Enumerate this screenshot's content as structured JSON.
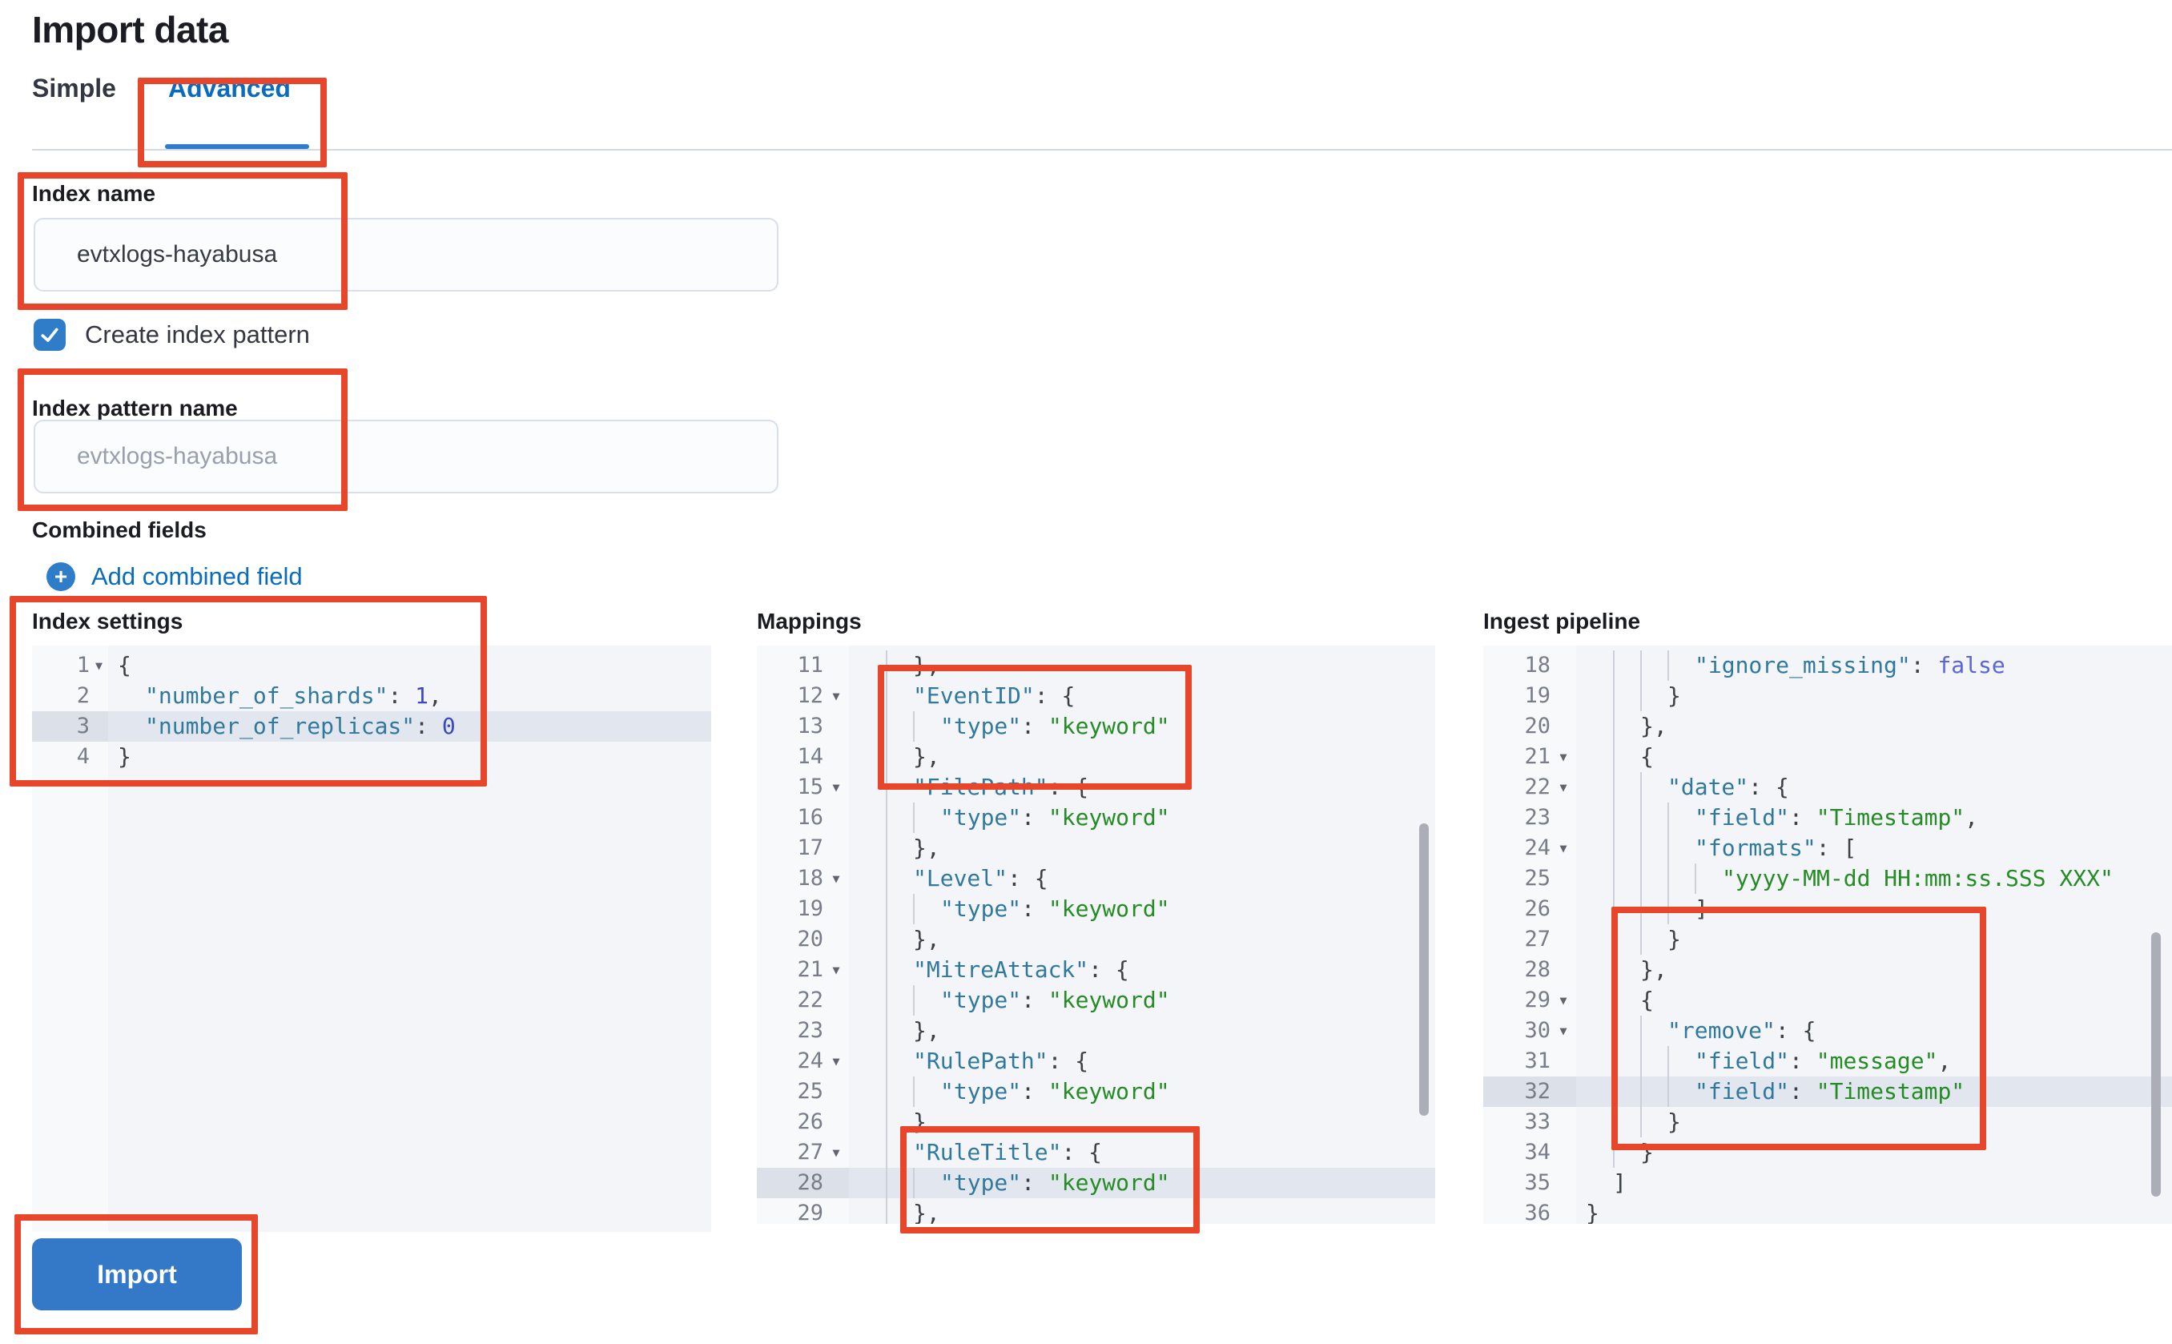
{
  "page": {
    "title": "Import data"
  },
  "tabs": {
    "items": [
      {
        "label": "Simple",
        "active": false
      },
      {
        "label": "Advanced",
        "active": true
      }
    ]
  },
  "form": {
    "index_name_label": "Index name",
    "index_name_value": "evtxlogs-hayabusa",
    "create_index_pattern_label": "Create index pattern",
    "create_index_pattern_checked": true,
    "index_pattern_label": "Index pattern name",
    "index_pattern_placeholder": "evtxlogs-hayabusa",
    "combined_fields_label": "Combined fields",
    "add_combined_field_label": "Add combined field"
  },
  "actions": {
    "import_label": "Import"
  },
  "colors": {
    "annotation_red": "#e8462b",
    "primary_blue": "#3478c8",
    "link_blue": "#0b6cbd",
    "checkbox_blue": "#2f7dc9",
    "code_key": "#31799c",
    "code_string": "#258b25",
    "code_number": "#3b4abc",
    "code_boolean": "#5966d6"
  },
  "editors": [
    {
      "id": "settings",
      "label": "Index settings",
      "lines": [
        {
          "n": 1,
          "fold": true,
          "indent": 0,
          "tokens": [
            [
              "p",
              "{"
            ]
          ]
        },
        {
          "n": 2,
          "indent": 2,
          "tokens": [
            [
              "k",
              "\"number_of_shards\""
            ],
            [
              "p",
              ": "
            ],
            [
              "n",
              "1"
            ],
            [
              "p",
              ","
            ]
          ]
        },
        {
          "n": 3,
          "indent": 2,
          "active": true,
          "tokens": [
            [
              "k",
              "\"number_of_replicas\""
            ],
            [
              "p",
              ": "
            ],
            [
              "n",
              "0"
            ]
          ]
        },
        {
          "n": 4,
          "indent": 0,
          "tokens": [
            [
              "p",
              "}"
            ]
          ]
        }
      ]
    },
    {
      "id": "mappings",
      "label": "Mappings",
      "lines": [
        {
          "n": 11,
          "indent": 4,
          "tokens": [
            [
              "p",
              "},"
            ]
          ]
        },
        {
          "n": 12,
          "fold": true,
          "indent": 4,
          "tokens": [
            [
              "k",
              "\"EventID\""
            ],
            [
              "p",
              ": "
            ],
            [
              "p",
              "{"
            ]
          ]
        },
        {
          "n": 13,
          "indent": 6,
          "tokens": [
            [
              "k",
              "\"type\""
            ],
            [
              "p",
              ": "
            ],
            [
              "s",
              "\"keyword\""
            ]
          ]
        },
        {
          "n": 14,
          "indent": 4,
          "tokens": [
            [
              "p",
              "},"
            ]
          ]
        },
        {
          "n": 15,
          "fold": true,
          "indent": 4,
          "tokens": [
            [
              "k",
              "\"FilePath\""
            ],
            [
              "p",
              ": "
            ],
            [
              "p",
              "{"
            ]
          ]
        },
        {
          "n": 16,
          "indent": 6,
          "tokens": [
            [
              "k",
              "\"type\""
            ],
            [
              "p",
              ": "
            ],
            [
              "s",
              "\"keyword\""
            ]
          ]
        },
        {
          "n": 17,
          "indent": 4,
          "tokens": [
            [
              "p",
              "},"
            ]
          ]
        },
        {
          "n": 18,
          "fold": true,
          "indent": 4,
          "tokens": [
            [
              "k",
              "\"Level\""
            ],
            [
              "p",
              ": "
            ],
            [
              "p",
              "{"
            ]
          ]
        },
        {
          "n": 19,
          "indent": 6,
          "tokens": [
            [
              "k",
              "\"type\""
            ],
            [
              "p",
              ": "
            ],
            [
              "s",
              "\"keyword\""
            ]
          ]
        },
        {
          "n": 20,
          "indent": 4,
          "tokens": [
            [
              "p",
              "},"
            ]
          ]
        },
        {
          "n": 21,
          "fold": true,
          "indent": 4,
          "tokens": [
            [
              "k",
              "\"MitreAttack\""
            ],
            [
              "p",
              ": "
            ],
            [
              "p",
              "{"
            ]
          ]
        },
        {
          "n": 22,
          "indent": 6,
          "tokens": [
            [
              "k",
              "\"type\""
            ],
            [
              "p",
              ": "
            ],
            [
              "s",
              "\"keyword\""
            ]
          ]
        },
        {
          "n": 23,
          "indent": 4,
          "tokens": [
            [
              "p",
              "},"
            ]
          ]
        },
        {
          "n": 24,
          "fold": true,
          "indent": 4,
          "tokens": [
            [
              "k",
              "\"RulePath\""
            ],
            [
              "p",
              ": "
            ],
            [
              "p",
              "{"
            ]
          ]
        },
        {
          "n": 25,
          "indent": 6,
          "tokens": [
            [
              "k",
              "\"type\""
            ],
            [
              "p",
              ": "
            ],
            [
              "s",
              "\"keyword\""
            ]
          ]
        },
        {
          "n": 26,
          "indent": 4,
          "tokens": [
            [
              "p",
              "},"
            ]
          ]
        },
        {
          "n": 27,
          "fold": true,
          "indent": 4,
          "tokens": [
            [
              "k",
              "\"RuleTitle\""
            ],
            [
              "p",
              ": "
            ],
            [
              "p",
              "{"
            ]
          ]
        },
        {
          "n": 28,
          "indent": 6,
          "active": true,
          "tokens": [
            [
              "k",
              "\"type\""
            ],
            [
              "p",
              ": "
            ],
            [
              "s",
              "\"keyword\""
            ]
          ]
        },
        {
          "n": 29,
          "indent": 4,
          "tokens": [
            [
              "p",
              "},"
            ]
          ]
        }
      ]
    },
    {
      "id": "ingest",
      "label": "Ingest pipeline",
      "lines": [
        {
          "n": 18,
          "indent": 8,
          "tokens": [
            [
              "k",
              "\"ignore_missing\""
            ],
            [
              "p",
              ": "
            ],
            [
              "b",
              "false"
            ]
          ]
        },
        {
          "n": 19,
          "indent": 6,
          "tokens": [
            [
              "p",
              "}"
            ]
          ]
        },
        {
          "n": 20,
          "indent": 4,
          "tokens": [
            [
              "p",
              "},"
            ]
          ]
        },
        {
          "n": 21,
          "fold": true,
          "indent": 4,
          "tokens": [
            [
              "p",
              "{"
            ]
          ]
        },
        {
          "n": 22,
          "fold": true,
          "indent": 6,
          "tokens": [
            [
              "k",
              "\"date\""
            ],
            [
              "p",
              ": "
            ],
            [
              "p",
              "{"
            ]
          ]
        },
        {
          "n": 23,
          "indent": 8,
          "tokens": [
            [
              "k",
              "\"field\""
            ],
            [
              "p",
              ": "
            ],
            [
              "s",
              "\"Timestamp\""
            ],
            [
              "p",
              ","
            ]
          ]
        },
        {
          "n": 24,
          "fold": true,
          "indent": 8,
          "tokens": [
            [
              "k",
              "\"formats\""
            ],
            [
              "p",
              ": "
            ],
            [
              "p",
              "["
            ]
          ]
        },
        {
          "n": 25,
          "indent": 10,
          "tokens": [
            [
              "s",
              "\"yyyy-MM-dd HH:mm:ss.SSS XXX\""
            ]
          ]
        },
        {
          "n": 26,
          "indent": 8,
          "tokens": [
            [
              "p",
              "]"
            ]
          ]
        },
        {
          "n": 27,
          "indent": 6,
          "tokens": [
            [
              "p",
              "}"
            ]
          ]
        },
        {
          "n": 28,
          "indent": 4,
          "tokens": [
            [
              "p",
              "},"
            ]
          ]
        },
        {
          "n": 29,
          "fold": true,
          "indent": 4,
          "tokens": [
            [
              "p",
              "{"
            ]
          ]
        },
        {
          "n": 30,
          "fold": true,
          "indent": 6,
          "tokens": [
            [
              "k",
              "\"remove\""
            ],
            [
              "p",
              ": "
            ],
            [
              "p",
              "{"
            ]
          ]
        },
        {
          "n": 31,
          "indent": 8,
          "tokens": [
            [
              "k",
              "\"field\""
            ],
            [
              "p",
              ": "
            ],
            [
              "s",
              "\"message\""
            ],
            [
              "p",
              ","
            ]
          ]
        },
        {
          "n": 32,
          "indent": 8,
          "active": true,
          "tokens": [
            [
              "k",
              "\"field\""
            ],
            [
              "p",
              ": "
            ],
            [
              "s",
              "\"Timestamp\""
            ]
          ]
        },
        {
          "n": 33,
          "indent": 6,
          "tokens": [
            [
              "p",
              "}"
            ]
          ]
        },
        {
          "n": 34,
          "indent": 4,
          "tokens": [
            [
              "p",
              "}"
            ]
          ]
        },
        {
          "n": 35,
          "indent": 2,
          "tokens": [
            [
              "p",
              "]"
            ]
          ]
        },
        {
          "n": 36,
          "indent": 0,
          "tokens": [
            [
              "p",
              "}"
            ]
          ]
        }
      ]
    }
  ]
}
